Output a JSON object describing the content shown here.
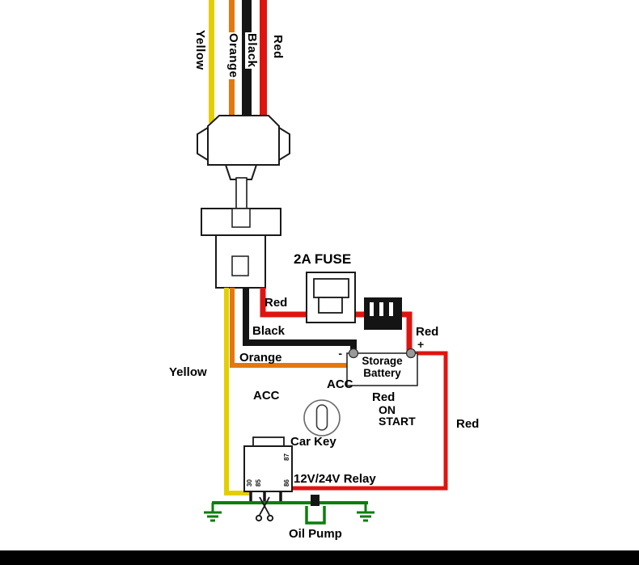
{
  "cable": {
    "wires": [
      {
        "label": "Yellow",
        "color": "#e3cf00"
      },
      {
        "label": "Orange",
        "color": "#e5770f"
      },
      {
        "label": "Black",
        "color": "#151515"
      },
      {
        "label": "Red",
        "color": "#df1410"
      }
    ]
  },
  "fuse": {
    "label": "2A FUSE"
  },
  "wire_tags": {
    "red_to_fuse": "Red",
    "red_to_battery": "Red",
    "black_to_battery": "Black",
    "orange_to_acc": "Orange",
    "yellow_to_relay": "Yellow",
    "red_to_relay": "Red",
    "acc": "ACC"
  },
  "battery": {
    "line1": "Storage",
    "line2": "Battery",
    "negative_mark": "-",
    "positive_mark": "+"
  },
  "ignition_switch": {
    "label": "Car Key",
    "position_acc": "ACC",
    "red_tag": "Red",
    "position_on": "ON",
    "position_start": "START"
  },
  "relay": {
    "label": "12V/24V Relay",
    "pins": [
      "30",
      "85",
      "87",
      "86"
    ]
  },
  "oil_pump": {
    "label": "Oil Pump"
  },
  "ground": {
    "color": "#0c7e0c"
  }
}
